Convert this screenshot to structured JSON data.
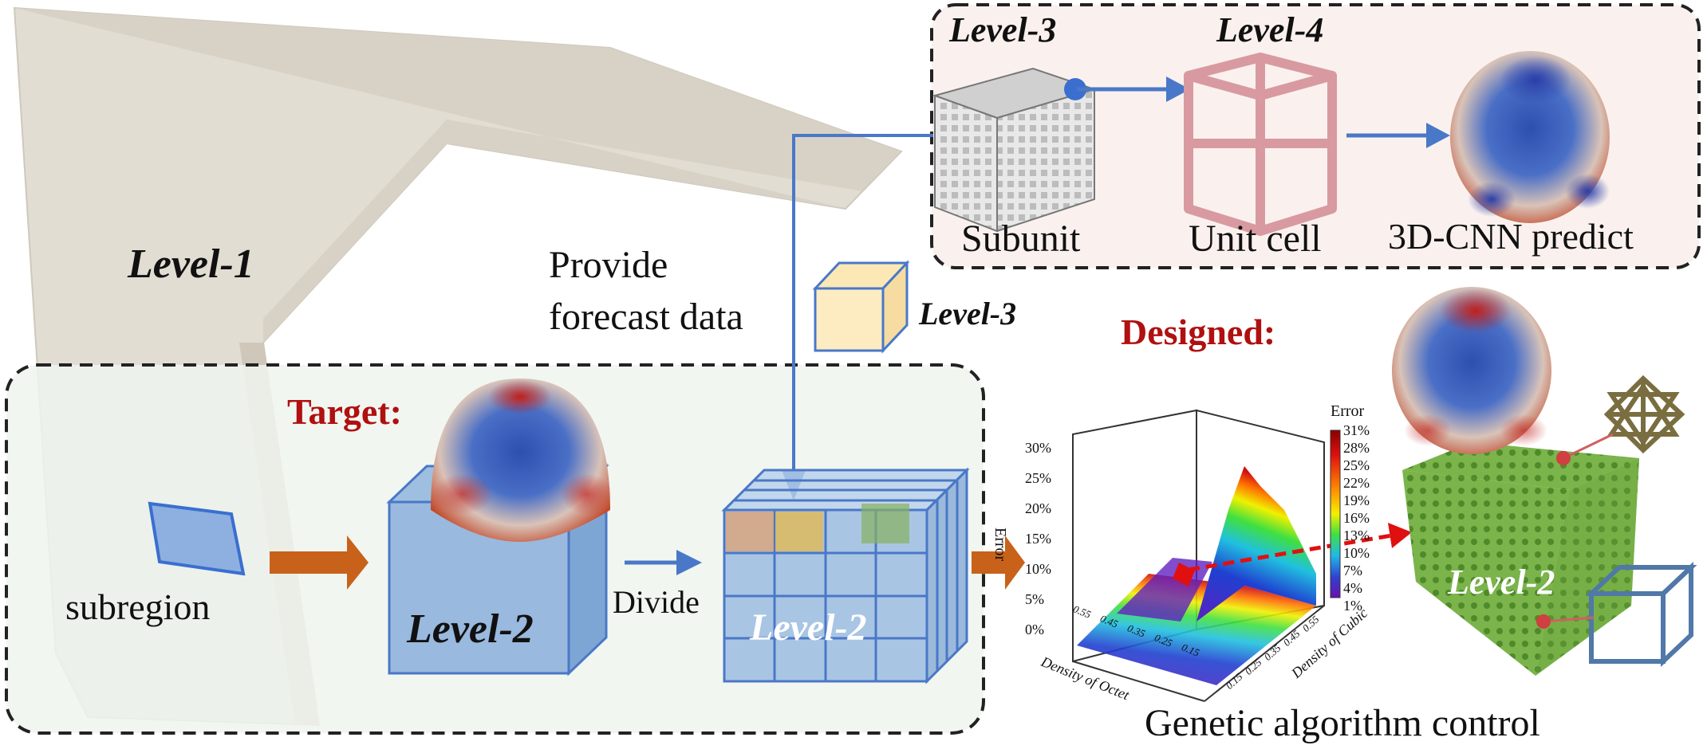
{
  "labels": {
    "level1": "Level-1",
    "level3_top": "Level-3",
    "level4_top": "Level-4",
    "level3_mid": "Level-3",
    "level2_target": "Level-2",
    "level2_divide": "Level-2",
    "level2_design": "Level-2",
    "provide_1": "Provide",
    "provide_2": "forecast data",
    "subunit": "Subunit",
    "unit_cell": "Unit cell",
    "cnn_predict": "3D-CNN predict",
    "designed": "Designed:",
    "target": "Target:",
    "subregion": "subregion",
    "divide": "Divide",
    "genetic": "Genetic algorithm control"
  },
  "chart": {
    "error_label": "Error",
    "colorbar_title": "Error",
    "colorbar_ticks": [
      "31%",
      "28%",
      "25%",
      "22%",
      "19%",
      "16%",
      "13%",
      "10%",
      "7%",
      "4%",
      "1%"
    ],
    "z_ticks": [
      "30%",
      "25%",
      "20%",
      "15%",
      "10%",
      "5%",
      "0%"
    ],
    "x_title": "Density of Octet",
    "x_ticks": [
      "0.55",
      "0.45",
      "0.35",
      "0.25",
      "0.15"
    ],
    "y_title": "Density of Cubic",
    "y_ticks": [
      "0.55",
      "0.45",
      "0.35",
      "0.25",
      "0.15"
    ]
  },
  "colors": {
    "box_fill_top": "#faf1ee",
    "box_fill_bottom": "#eef5ee",
    "arrow_blue": "#4a78c8",
    "arrow_orange": "#c8621a",
    "target_red": "#b01010",
    "level2_cube": "#6f9cd0",
    "green_cube": "#7fb84a"
  }
}
